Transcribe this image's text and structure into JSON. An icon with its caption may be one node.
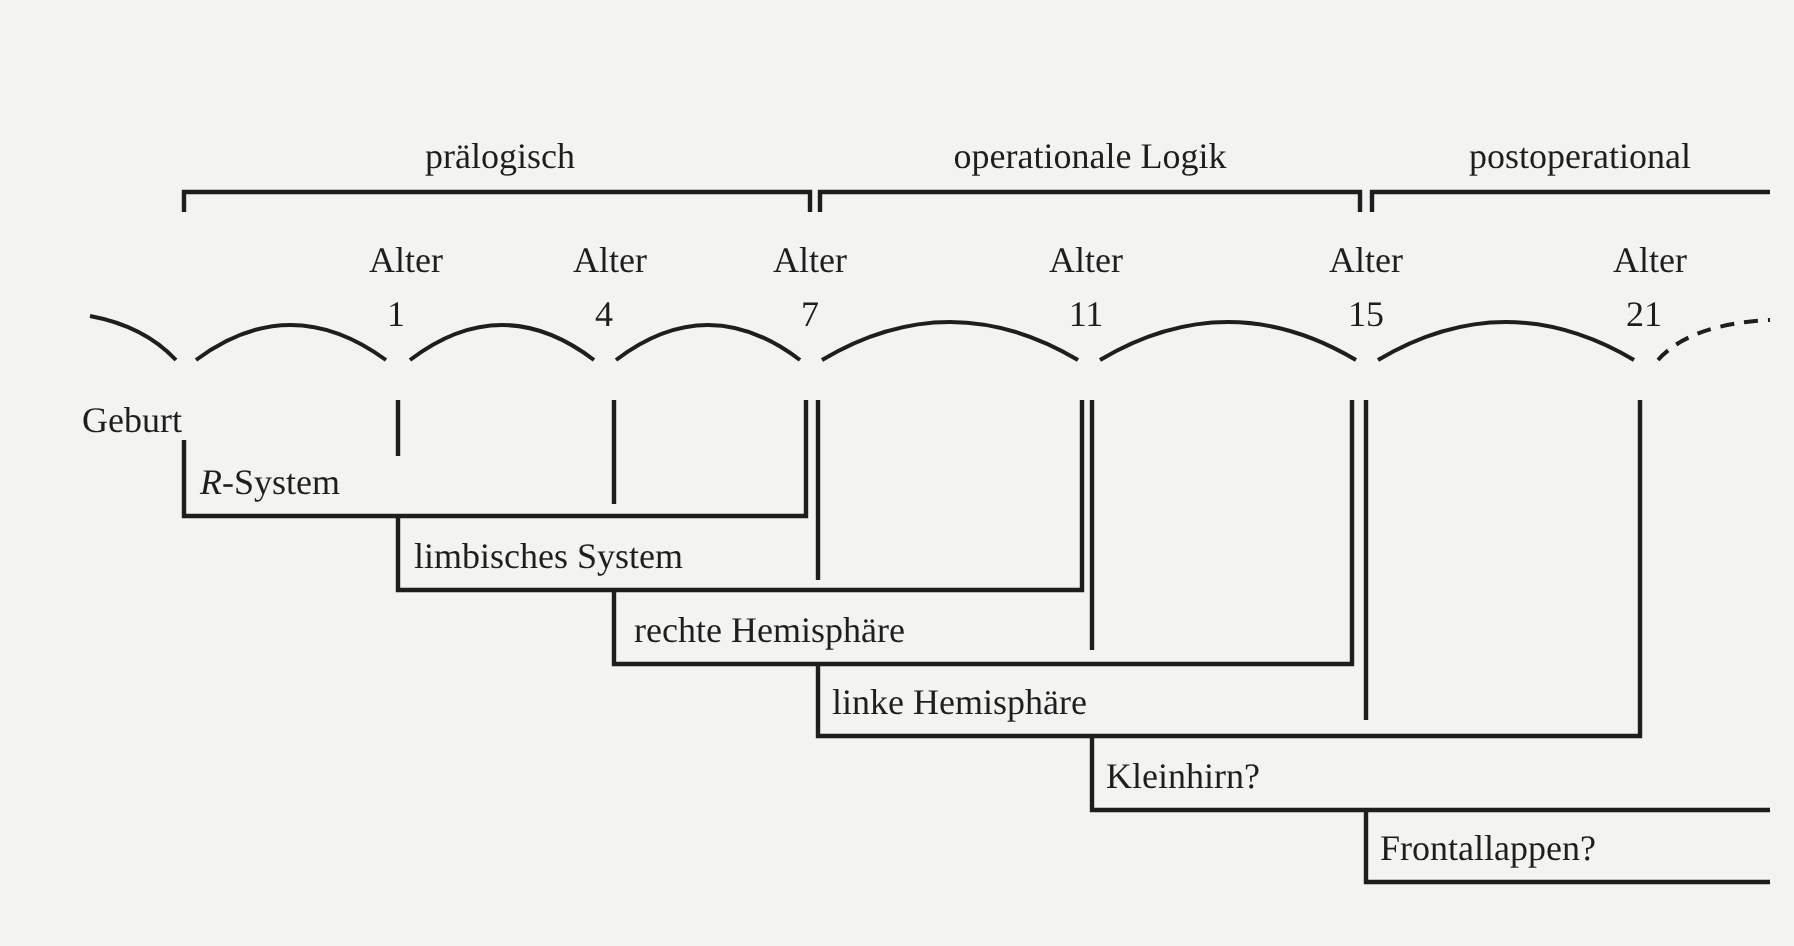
{
  "diagram": {
    "nodes": [
      {
        "text": [
          "prälogisch"
        ]
      },
      {
        "text": [
          "operationale Logik"
        ]
      },
      {
        "text": [
          "postoperational"
        ]
      },
      {
        "text": [
          "*R*-System"
        ]
      },
      {
        "text": [
          "limbisches System"
        ]
      },
      {
        "text": [
          "rechte Hemisphäre"
        ]
      },
      {
        "text": [
          "linke Hemisphäre"
        ]
      },
      {
        "text": [
          "Kleinhirn?"
        ]
      },
      {
        "text": [
          "Frontallappen?"
        ]
      }
    ],
    "labels": [
      "Alter",
      "Alter",
      "Alter",
      "Alter",
      "Alter",
      "Alter",
      "1",
      "4",
      "7",
      "11",
      "15",
      "21",
      "Geburt"
    ]
  }
}
